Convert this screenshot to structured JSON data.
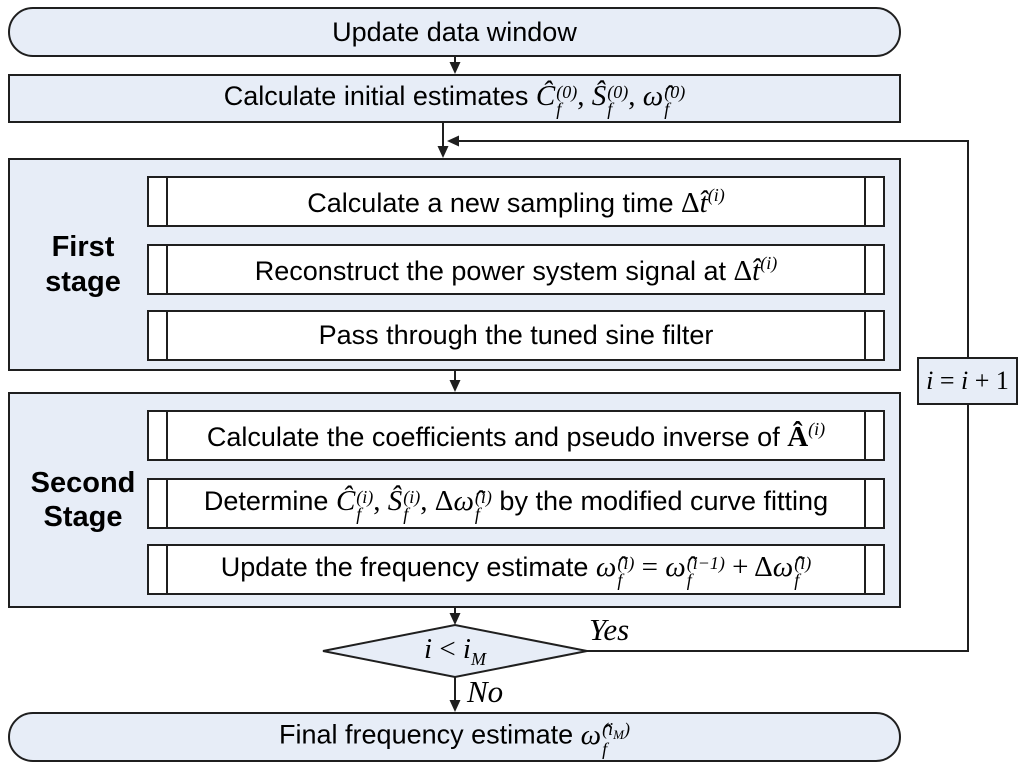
{
  "colors": {
    "fill": "#e7edf7",
    "step_bg": "#ffffff",
    "border": "#1f1f1f",
    "line": "#1f1f1f"
  },
  "update": {
    "label": "Update data window"
  },
  "init": {
    "pre": "Calculate initial estimates ",
    "math": [
      {
        "t": "i",
        "v": "Ĉ"
      },
      {
        "t": "ss",
        "sup": "(0)",
        "sub": "f"
      },
      {
        "t": "r",
        "v": ",  "
      },
      {
        "t": "i",
        "v": "Ŝ"
      },
      {
        "t": "ss",
        "sup": "(0)",
        "sub": "f"
      },
      {
        "t": "r",
        "v": ",  "
      },
      {
        "t": "i",
        "v": "ω̂"
      },
      {
        "t": "ss",
        "sup": "(0)",
        "sub": "f"
      }
    ]
  },
  "stage1": {
    "title": [
      "First",
      "stage"
    ],
    "steps": [
      {
        "pre": "Calculate a new sampling time ",
        "math": [
          {
            "t": "r",
            "v": "Δ"
          },
          {
            "t": "i",
            "v": "t̂"
          },
          {
            "t": "sup",
            "v": "(i)"
          }
        ],
        "post": ""
      },
      {
        "pre": "Reconstruct the power system signal at ",
        "math": [
          {
            "t": "r",
            "v": "Δ"
          },
          {
            "t": "i",
            "v": "t̂"
          },
          {
            "t": "sup",
            "v": "(i)"
          }
        ],
        "post": ""
      },
      {
        "pre": "Pass through the tuned sine filter",
        "math": [],
        "post": ""
      }
    ]
  },
  "stage2": {
    "title": [
      "Second",
      "Stage"
    ],
    "steps": [
      {
        "pre": "Calculate the coefficients and pseudo inverse of ",
        "math": [
          {
            "t": "b",
            "v": "Â"
          },
          {
            "t": "sup",
            "v": "(i)"
          }
        ],
        "post": ""
      },
      {
        "pre": "Determine ",
        "math": [
          {
            "t": "i",
            "v": "Ĉ"
          },
          {
            "t": "ss",
            "sup": "(i)",
            "sub": "f"
          },
          {
            "t": "r",
            "v": ",  "
          },
          {
            "t": "i",
            "v": "Ŝ"
          },
          {
            "t": "ss",
            "sup": "(i)",
            "sub": "f"
          },
          {
            "t": "r",
            "v": ",  "
          },
          {
            "t": "r",
            "v": "Δ"
          },
          {
            "t": "i",
            "v": "ω̂"
          },
          {
            "t": "ss",
            "sup": "(i)",
            "sub": "f"
          }
        ],
        "post": "  by the modified curve fitting"
      },
      {
        "pre": "Update the frequency estimate ",
        "math": [
          {
            "t": "i",
            "v": "ω̂"
          },
          {
            "t": "ss",
            "sup": "(i)",
            "sub": "f"
          },
          {
            "t": "r",
            "v": " = "
          },
          {
            "t": "i",
            "v": "ω̂"
          },
          {
            "t": "ss",
            "sup": "(i−1)",
            "sub": "f"
          },
          {
            "t": "r",
            "v": " + Δ"
          },
          {
            "t": "i",
            "v": "ω̂"
          },
          {
            "t": "ss",
            "sup": "(i)",
            "sub": "f"
          }
        ],
        "post": ""
      }
    ]
  },
  "decision": {
    "math": [
      {
        "t": "i",
        "v": "i"
      },
      {
        "t": "r",
        "v": "  <  "
      },
      {
        "t": "i",
        "v": "i"
      },
      {
        "t": "sub",
        "v": "M"
      }
    ]
  },
  "yes_label": "Yes",
  "no_label": "No",
  "increment": {
    "math": [
      {
        "t": "i",
        "v": "i"
      },
      {
        "t": "r",
        "v": " = "
      },
      {
        "t": "i",
        "v": "i"
      },
      {
        "t": "r",
        "v": " + 1"
      }
    ]
  },
  "final": {
    "pre": "Final frequency estimate ",
    "math": [
      {
        "t": "i",
        "v": "ω̂"
      },
      {
        "t": "ss",
        "sup": "(i",
        "supsub": "M",
        "supend": ")",
        "sub": "f"
      }
    ]
  }
}
